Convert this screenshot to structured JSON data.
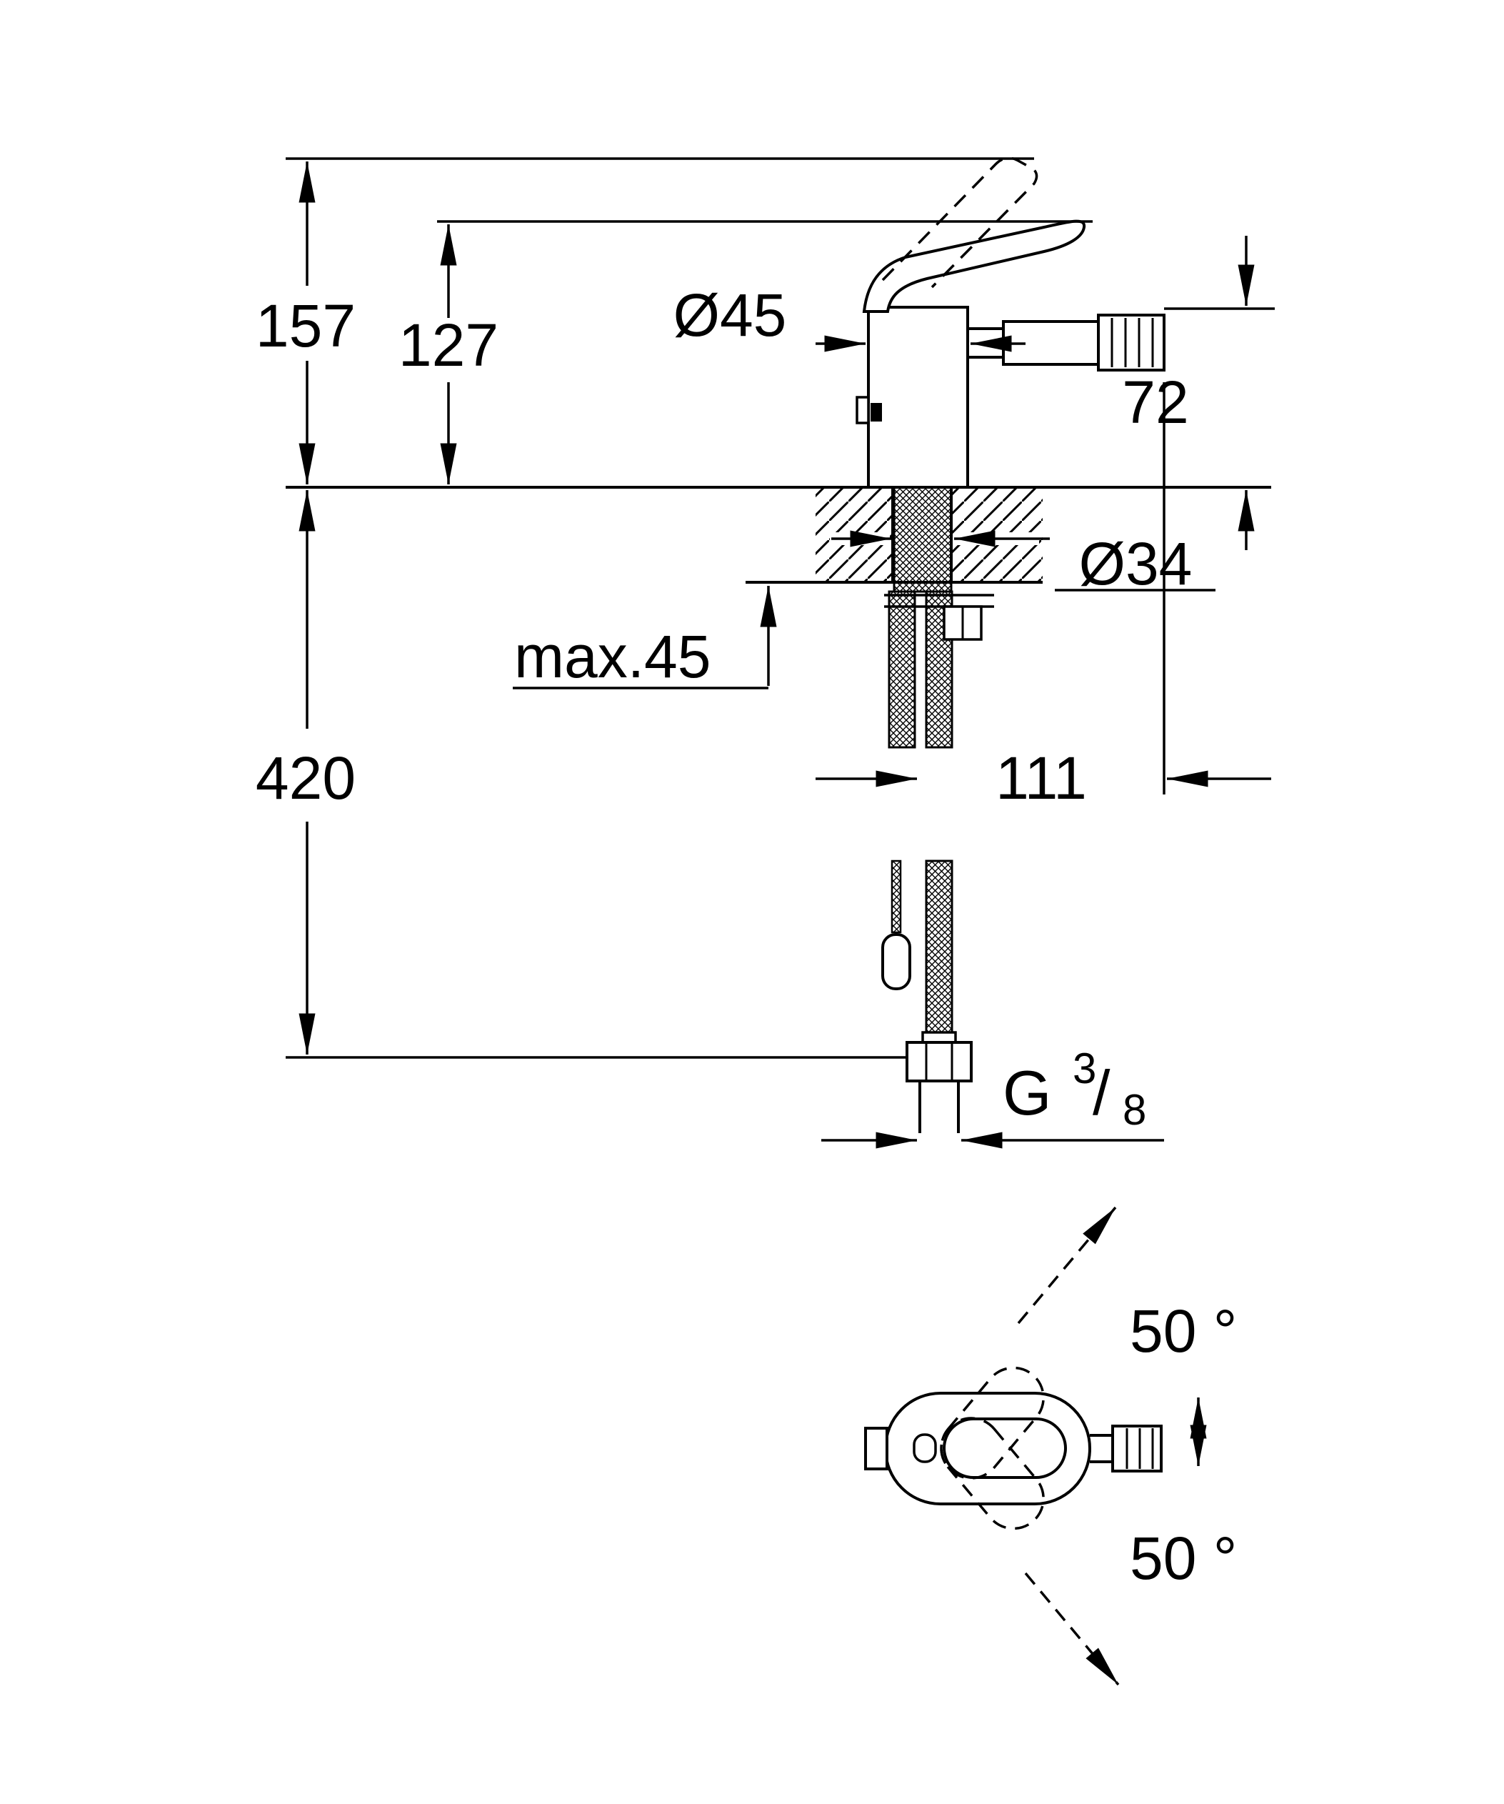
{
  "drawing": {
    "dimensions": {
      "total_height": "157",
      "body_height": "127",
      "body_diameter": "Ø45",
      "spout_height": "72",
      "hole_diameter": "Ø34",
      "max_deck_thickness": "max.45",
      "hose_length": "420",
      "spout_projection": "111"
    },
    "thread": {
      "prefix": "G",
      "numerator": "3",
      "slash": "/",
      "denominator": "8"
    },
    "angles": {
      "upper": "50 °",
      "lower": "50 °"
    },
    "line_color": "#000000",
    "background_color": "#ffffff"
  }
}
